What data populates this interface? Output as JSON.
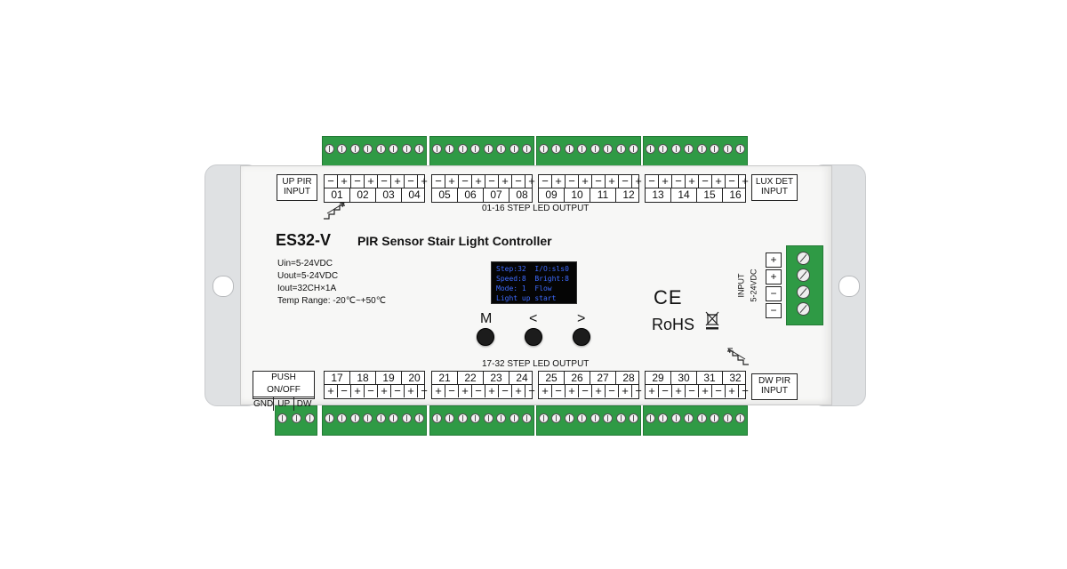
{
  "device": {
    "model": "ES32-V",
    "title": "PIR Sensor Stair Light Controller",
    "specs": [
      "Uin=5-24VDC",
      "Uout=5-24VDC",
      "Iout=32CH×1A",
      "Temp Range: -20℃~+50℃"
    ],
    "output_top_label": "01-16 STEP LED OUTPUT",
    "output_bottom_label": "17-32 STEP LED OUTPUT",
    "top_channels": [
      [
        "01",
        "02",
        "03",
        "04"
      ],
      [
        "05",
        "06",
        "07",
        "08"
      ],
      [
        "09",
        "10",
        "11",
        "12"
      ],
      [
        "13",
        "14",
        "15",
        "16"
      ]
    ],
    "bottom_channels": [
      [
        "17",
        "18",
        "19",
        "20"
      ],
      [
        "21",
        "22",
        "23",
        "24"
      ],
      [
        "25",
        "26",
        "27",
        "28"
      ],
      [
        "29",
        "30",
        "31",
        "32"
      ]
    ],
    "top_polarity": [
      "−",
      "+",
      "−",
      "+",
      "−",
      "+",
      "−",
      "+"
    ],
    "bottom_polarity": [
      "+",
      "−",
      "+",
      "−",
      "+",
      "−",
      "+",
      "−"
    ],
    "up_pir": [
      "UP PIR",
      "INPUT"
    ],
    "lux_det": [
      "LUX DET",
      "INPUT"
    ],
    "dw_pir": [
      "DW PIR",
      "INPUT"
    ],
    "push_label": "PUSH ON/OFF",
    "push_terminals": [
      "GND",
      "UP",
      "DW"
    ],
    "input_label": [
      "INPUT",
      "5-24VDC"
    ],
    "power_polarity": [
      "+",
      "+",
      "−",
      "−"
    ],
    "oled_lines": [
      "Step:32  I/O:sls0",
      "Speed:8  Bright:8",
      "Mode: 1  Flow",
      "Light up start"
    ],
    "buttons": [
      "M",
      "<",
      ">"
    ],
    "ce_mark": "CE",
    "rohs_mark": "RoHS"
  },
  "colors": {
    "terminal_green": "#2f9a45",
    "oled_text": "#3e6bff",
    "body": "#f7f7f6"
  }
}
